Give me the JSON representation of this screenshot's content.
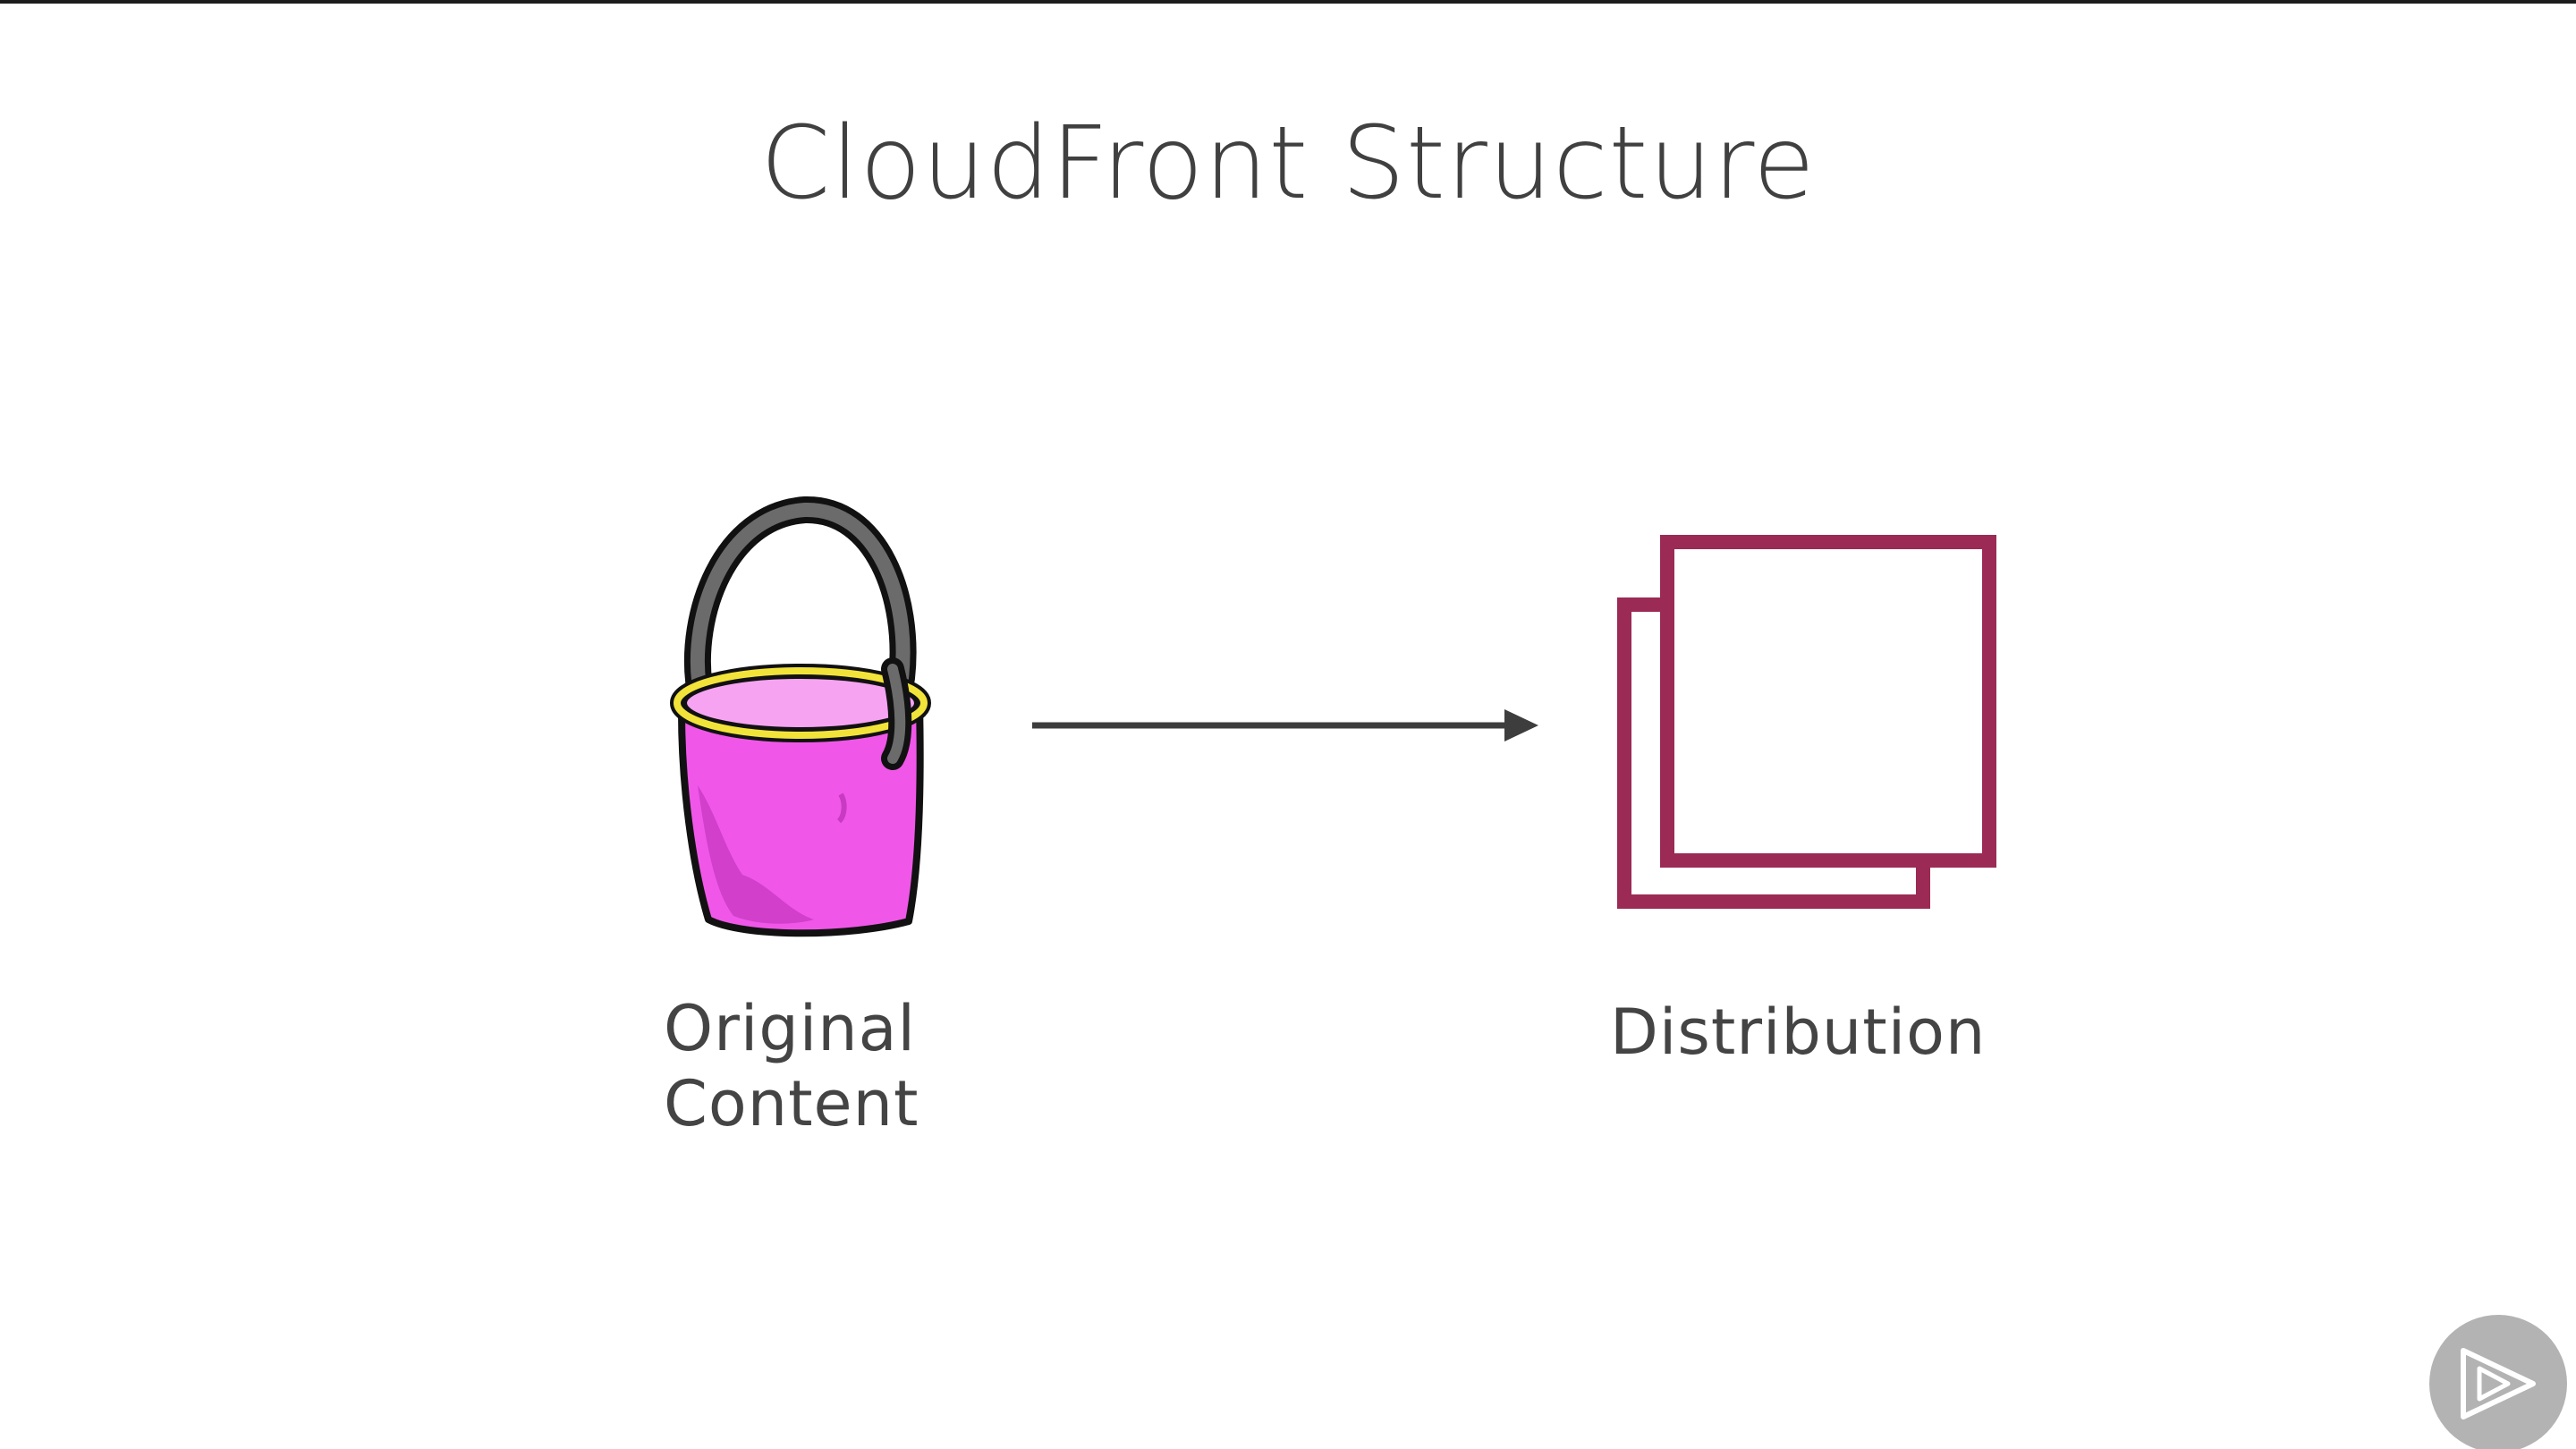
{
  "slide": {
    "title": "CloudFront Structure"
  },
  "diagram": {
    "source": {
      "label_line1": "Original",
      "label_line2": "Content",
      "icon": "bucket-icon"
    },
    "target": {
      "label": "Distribution",
      "icon": "stacked-squares-icon"
    },
    "connector": "arrow-right-icon"
  },
  "branding": {
    "icon": "play-logo-icon"
  },
  "colors": {
    "title_text": "#404040",
    "label_text": "#444444",
    "arrow": "#3d3d3d",
    "bucket_fill": "#f057e8",
    "bucket_rim": "#f2e33a",
    "bucket_handle": "#6b6b6b",
    "distribution_stroke": "#9b2a55",
    "badge": "#b3b3b3"
  }
}
